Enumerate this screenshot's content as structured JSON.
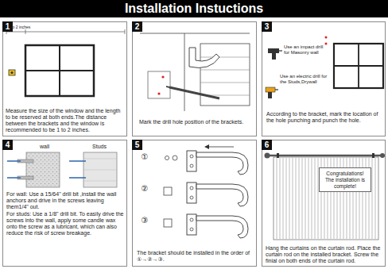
{
  "diagram": {
    "title": "Installation Instuctions",
    "nodes": [
      {
        "text": [
          "Measure the size of the window and the length to be reserved at both ends.The distance between the brackets and the window is recommended to be 1 to 2 inches."
        ]
      },
      {
        "text": [
          "1"
        ],
        "in": 0
      },
      {
        "text": [
          "Mark the drill hole position of the brackets."
        ]
      },
      {
        "text": [
          "2"
        ],
        "in": 2
      },
      {
        "text": [
          "According to the bracket, mark the location of the hole punching and punch the hole."
        ]
      },
      {
        "text": [
          "3"
        ],
        "in": 4
      },
      {
        "text": [
          "For wall: Use a 15/64\" drill bit ,install the wall anchors and drive in the screws leaving them1/4\" out.",
          "For studs: Use a 1/8\" drill bit. To easily drive the screws into the wall, apply some candle wax onto the screw as a lubricant, which can also reduce the risk of screw breakage."
        ]
      },
      {
        "text": [
          "4"
        ],
        "in": 6
      },
      {
        "text": [
          "The bracket should be installed in the order of ①→②→③."
        ]
      },
      {
        "text": [
          "5"
        ],
        "in": 8
      },
      {
        "text": [
          "Hang the curtains on the curtain rod. Place the curtain rod on the installed bracket. Screw the finial on both ends of the curtain rod."
        ]
      },
      {
        "text": [
          "6"
        ],
        "in": 10
      },
      {
        "text": [
          "Congratulations! The installation is complete!"
        ],
        "in": 10
      }
    ],
    "labels": [
      "1 to 2 inches",
      "Use an impact drill for Masonry wall",
      "Use an electric drill for the Studs,Drywall",
      "wall",
      "Studs",
      "①",
      "②",
      "③"
    ]
  }
}
